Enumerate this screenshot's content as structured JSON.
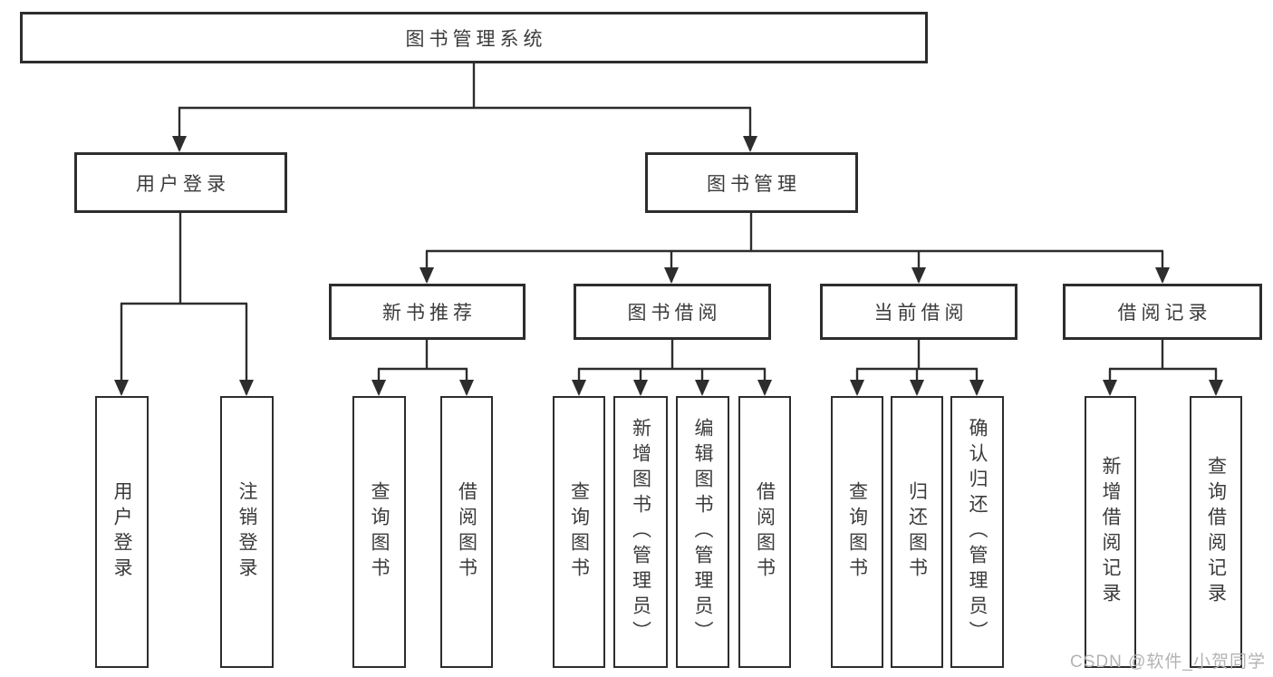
{
  "diagram_type": "hierarchy-tree",
  "colors": {
    "line": "#2d2d2d",
    "box_border": "#2d2d2d",
    "text": "#3b3b3b",
    "background": "#ffffff",
    "watermark": "#b3b3b3"
  },
  "tree": {
    "label": "图书管理系统",
    "children": [
      {
        "label": "用户登录",
        "children": [
          {
            "label": "用户登录"
          },
          {
            "label": "注销登录"
          }
        ]
      },
      {
        "label": "图书管理",
        "children": [
          {
            "label": "新书推荐",
            "children": [
              {
                "label": "查询图书"
              },
              {
                "label": "借阅图书"
              }
            ]
          },
          {
            "label": "图书借阅",
            "children": [
              {
                "label": "查询图书"
              },
              {
                "label": "新增图书（管理员）"
              },
              {
                "label": "编辑图书（管理员）"
              },
              {
                "label": "借阅图书"
              }
            ]
          },
          {
            "label": "当前借阅",
            "children": [
              {
                "label": "查询图书"
              },
              {
                "label": "归还图书"
              },
              {
                "label": "确认归还（管理员）"
              }
            ]
          },
          {
            "label": "借阅记录",
            "children": [
              {
                "label": "新增借阅记录"
              },
              {
                "label": "查询借阅记录"
              }
            ]
          }
        ]
      }
    ]
  },
  "watermark": {
    "text": "CSDN @软件_小贺同学"
  }
}
